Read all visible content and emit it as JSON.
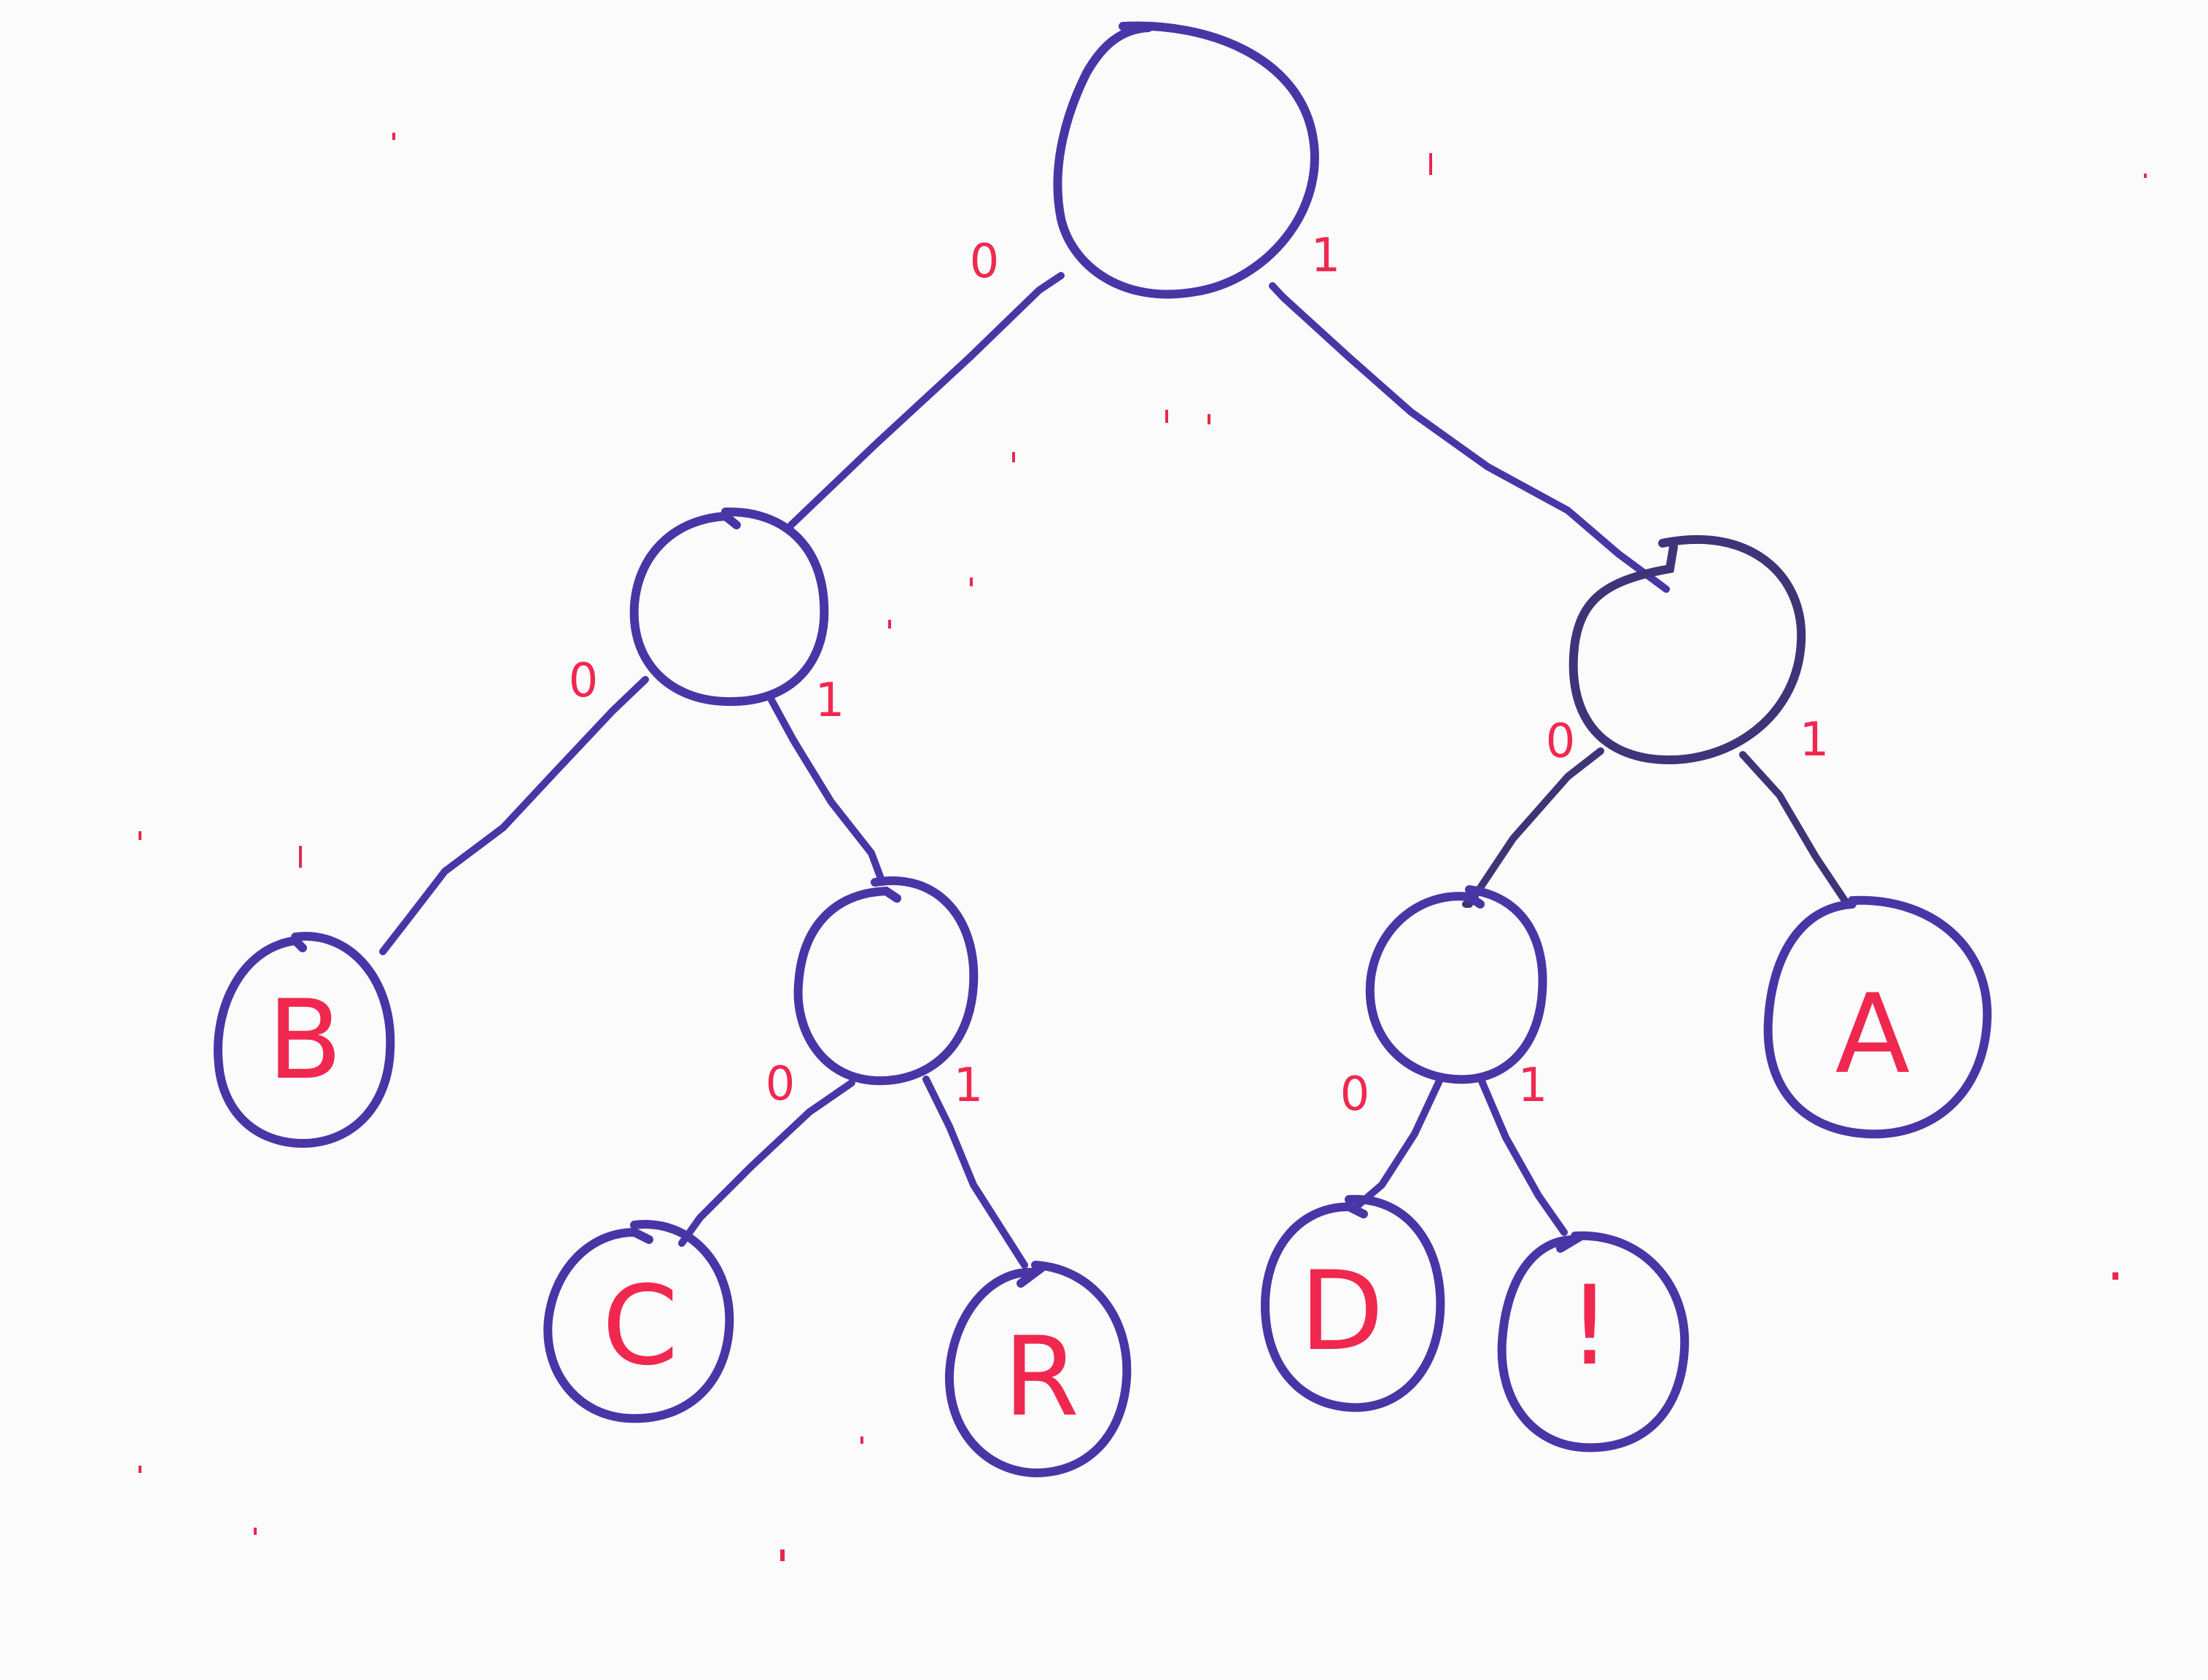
{
  "diagram": {
    "type": "binary-code-tree",
    "colors": {
      "ink": "#4a35a6",
      "ink_dark": "#3f3478",
      "label": "#f0284f",
      "background": "#fbfbfb"
    },
    "nodes": [
      {
        "id": "root",
        "label": ""
      },
      {
        "id": "n0",
        "label": ""
      },
      {
        "id": "n1",
        "label": ""
      },
      {
        "id": "leafB",
        "label": "B"
      },
      {
        "id": "n01",
        "label": ""
      },
      {
        "id": "leafC",
        "label": "C"
      },
      {
        "id": "leafR",
        "label": "R"
      },
      {
        "id": "n10",
        "label": ""
      },
      {
        "id": "leafA",
        "label": "A"
      },
      {
        "id": "leafD",
        "label": "D"
      },
      {
        "id": "leafBang",
        "label": "!"
      }
    ],
    "edges": [
      {
        "from": "root",
        "to": "n0",
        "bit": "0"
      },
      {
        "from": "root",
        "to": "n1",
        "bit": "1"
      },
      {
        "from": "n0",
        "to": "leafB",
        "bit": "0"
      },
      {
        "from": "n0",
        "to": "n01",
        "bit": "1"
      },
      {
        "from": "n01",
        "to": "leafC",
        "bit": "0"
      },
      {
        "from": "n01",
        "to": "leafR",
        "bit": "1"
      },
      {
        "from": "n1",
        "to": "n10",
        "bit": "0"
      },
      {
        "from": "n1",
        "to": "leafA",
        "bit": "1"
      },
      {
        "from": "n10",
        "to": "leafD",
        "bit": "0"
      },
      {
        "from": "n10",
        "to": "leafBang",
        "bit": "1"
      }
    ]
  }
}
